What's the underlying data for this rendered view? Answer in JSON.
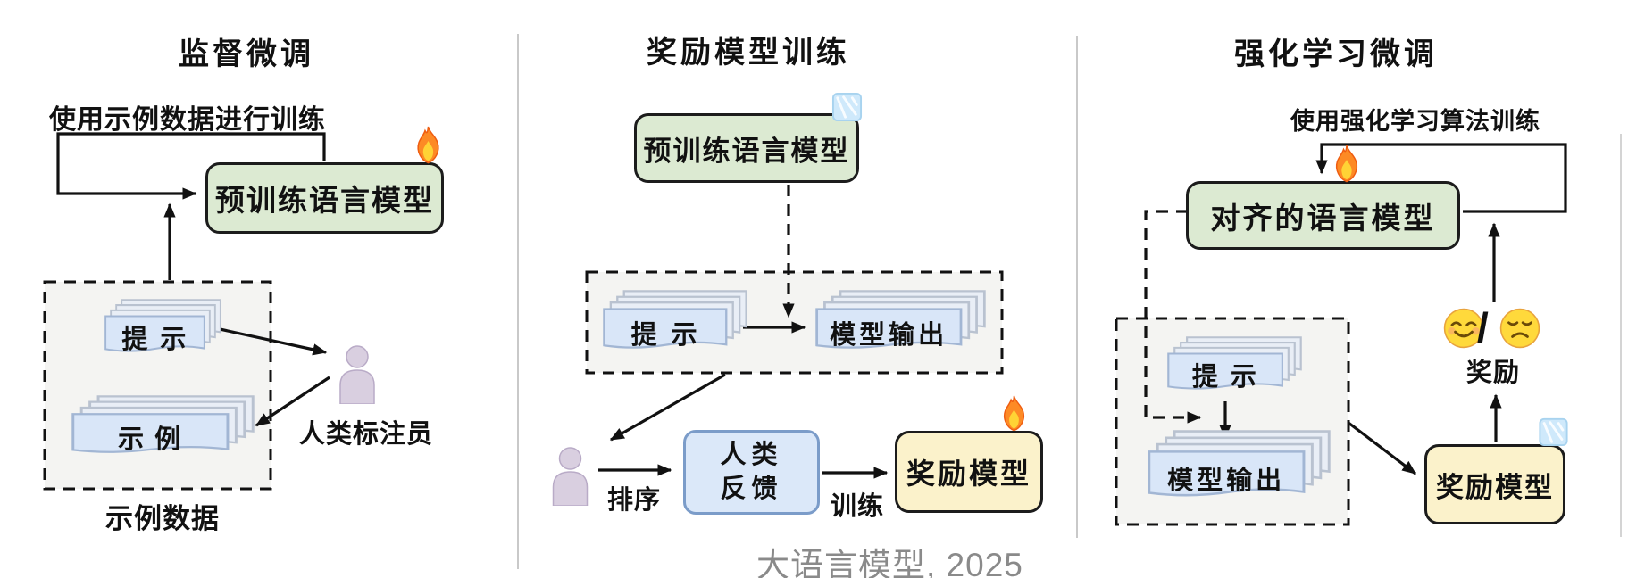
{
  "footer": {
    "caption": "大语言模型, 2025"
  },
  "panels": {
    "sft": {
      "title": "监督微调",
      "loop_label": "使用示例数据进行训练",
      "model_box": "预训练语言模型",
      "prompt_stack": "提示",
      "demo_stack": "示例",
      "dataset_label": "示例数据",
      "annotator_label": "人类标注员"
    },
    "rm": {
      "title": "奖励模型训练",
      "model_box": "预训练语言模型",
      "prompt_stack": "提示",
      "output_stack": "模型输出",
      "rank_label": "排序",
      "feedback_box": "人类\n反馈",
      "train_label": "训练",
      "reward_model_box": "奖励模型"
    },
    "rl": {
      "title": "强化学习微调",
      "loop_label": "使用强化学习算法训练",
      "model_box": "对齐的语言模型",
      "prompt_stack": "提示",
      "output_stack": "模型输出",
      "reward_model_box": "奖励模型",
      "reward_label": "奖励",
      "emoji_separator": "/"
    }
  },
  "icons": {
    "fire-icon": "🔥",
    "ice-icon": "🧊",
    "smiley-icon": "😊",
    "sad-icon": "😞",
    "person-icon": "👤",
    "stacked-papers-icon": "📄"
  },
  "colors": {
    "model_box_green": "#dcead2",
    "card_blue": "#d9e6f8",
    "feedback_blue": "#dbe8f9",
    "reward_yellow": "#fbf2cb",
    "person_purple": "#d9cfe0",
    "dashed_box_gray": "#f4f4f2",
    "caption_gray": "#8a8a8a"
  }
}
